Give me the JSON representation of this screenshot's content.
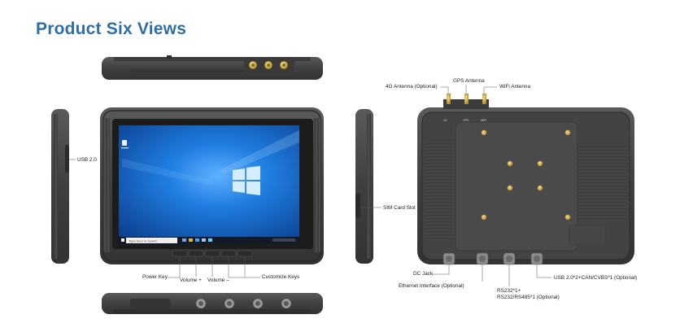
{
  "page": {
    "title": "Product Six Views"
  },
  "screen": {
    "os_logo": "windows-logo-icon",
    "search_placeholder": "Type here to search"
  },
  "labels": {
    "usb": "USB 2.0",
    "sim": "SIM Card Slot",
    "antenna_4g": "4G Antenna (Optional)",
    "antenna_gps": "GPS Antenna",
    "antenna_wifi": "WiFi Antenna",
    "power_key": "Power Key",
    "volume_up": "Volume +",
    "volume_down": "Volume –",
    "customize_keys": "Customize Keys",
    "dc_jack": "DC Jack",
    "ethernet": "Ethernet Interface (Optional)",
    "rs232_line1": "RS232*1+",
    "rs232_line2": "RS232/RS485*1 (Optional)",
    "usb_can": "USB 2.0*2+CAN/CVBS*1 (Optional)"
  },
  "colors": {
    "title": "#2f6ea6",
    "body": "#4a4a4a",
    "body_dark": "#2e2e2e",
    "screen_blue": "#1565c0",
    "gold": "#c9a43a"
  }
}
